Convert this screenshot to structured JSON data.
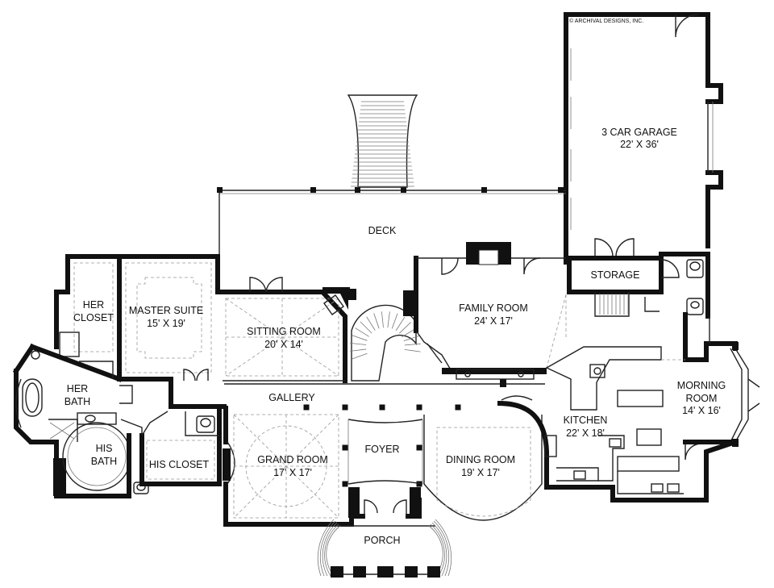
{
  "copyright": "© ARCHIVAL DESIGNS, INC.",
  "rooms": {
    "garage": {
      "name": "3 CAR GARAGE",
      "size": "22' X 36'"
    },
    "deck": {
      "name": "DECK"
    },
    "storage": {
      "name": "STORAGE"
    },
    "her_closet": {
      "line1": "HER",
      "line2": "CLOSET"
    },
    "master_suite": {
      "name": "MASTER SUITE",
      "size": "15' X 19'"
    },
    "sitting_room": {
      "name": "SITTING ROOM",
      "size": "20' X 14'"
    },
    "family_room": {
      "name": "FAMILY ROOM",
      "size": "24' X 17'"
    },
    "her_bath": {
      "line1": "HER",
      "line2": "BATH"
    },
    "gallery": {
      "name": "GALLERY"
    },
    "morning_room": {
      "line1": "MORNING",
      "line2": "ROOM",
      "size": "14' X 16'"
    },
    "kitchen": {
      "name": "KITCHEN",
      "size": "22' X 18'"
    },
    "his_bath": {
      "line1": "HIS",
      "line2": "BATH"
    },
    "his_closet": {
      "name": "HIS CLOSET"
    },
    "grand_room": {
      "name": "GRAND ROOM",
      "size": "17' X 17'"
    },
    "foyer": {
      "name": "FOYER"
    },
    "dining_room": {
      "name": "DINING ROOM",
      "size": "19' X 17'"
    },
    "porch": {
      "name": "PORCH"
    }
  }
}
